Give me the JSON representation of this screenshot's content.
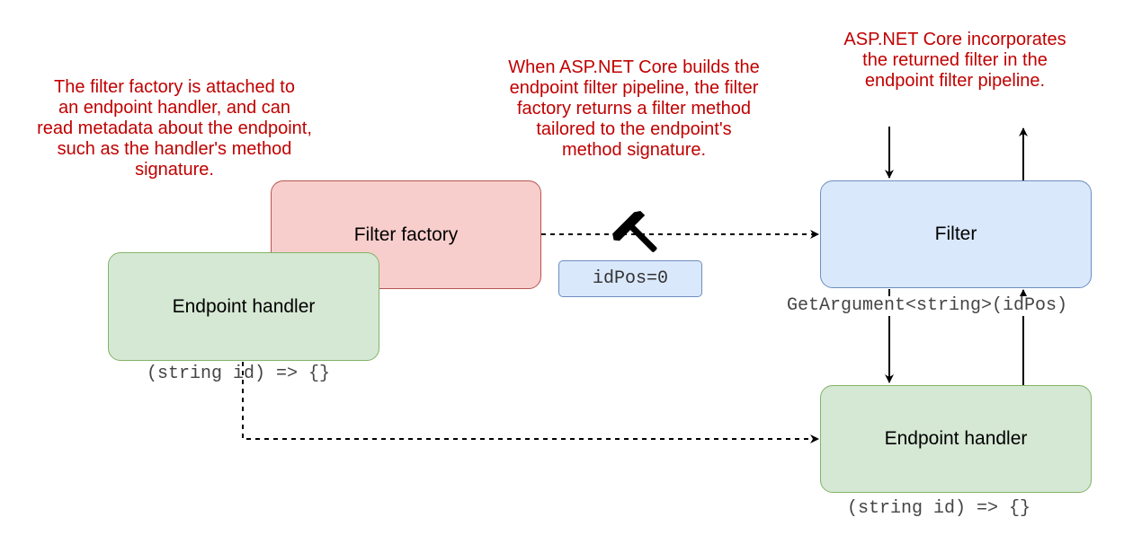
{
  "notes": {
    "left": "The filter factory is attached to\nan endpoint handler, and can\nread metadata about the endpoint,\nsuch as the handler's method\nsignature.",
    "middle": "When ASP.NET Core builds the\nendpoint filter pipeline, the filter\nfactory returns a filter method\ntailored to the endpoint's\nmethod signature.",
    "right": "ASP.NET Core incorporates\nthe returned filter in the\nendpoint filter pipeline."
  },
  "boxes": {
    "filter_factory": "Filter factory",
    "endpoint_handler_left": "Endpoint handler",
    "filter": "Filter",
    "endpoint_handler_right": "Endpoint handler"
  },
  "labels": {
    "handler_signature_left": "(string id) => {}",
    "handler_signature_right": "(string id) => {}",
    "id_pos": "idPos=0",
    "get_argument": "GetArgument<string>(idPos)"
  },
  "icons": {
    "build": "hammer-icon"
  },
  "colors": {
    "annotation_text": "#c00000",
    "filter_factory_fill": "#f8cecc",
    "filter_factory_border": "#b85450",
    "endpoint_handler_fill": "#d5e8d4",
    "endpoint_handler_border": "#82b366",
    "filter_fill": "#dae8fc",
    "filter_border": "#6c8ebf"
  }
}
